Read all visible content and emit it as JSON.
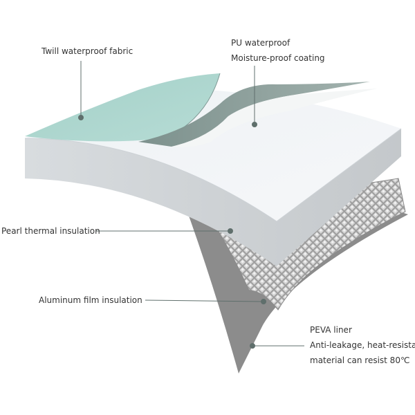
{
  "labels": {
    "twill": [
      "Twill waterproof fabric"
    ],
    "pu": [
      "PU waterproof",
      "Moisture-proof coating"
    ],
    "pearl": [
      "Pearl thermal insulation"
    ],
    "aluminum": [
      "Aluminum film insulation"
    ],
    "peva": [
      "PEVA liner",
      "Anti-leakage, heat-resistant",
      "material can resist 80℃"
    ]
  },
  "colors": {
    "twill_fabric": "#a9d4cc",
    "pu_coating": "#8a9c98",
    "pearl_foam": "#eef1f4",
    "aluminum": "#a8a8a8",
    "peva": "#8c8c8c",
    "pointer": "#5f6f6c"
  }
}
